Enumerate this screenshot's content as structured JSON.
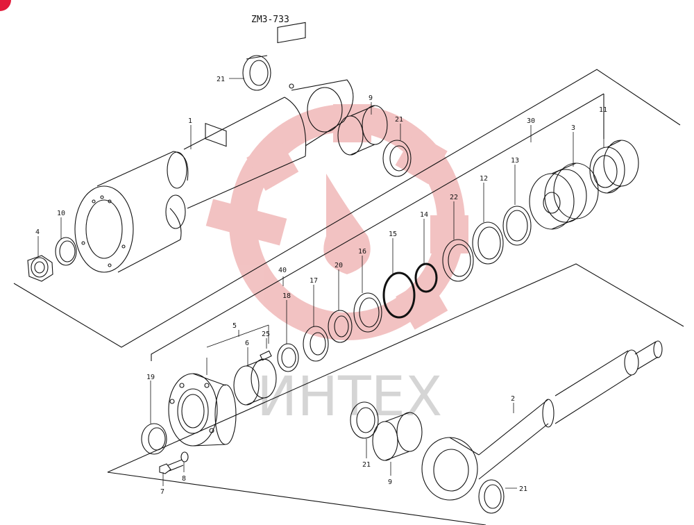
{
  "title": "ZM3-733",
  "watermark": "ИНТЕХ",
  "colors": {
    "line": "#111111",
    "watermark_red": "#f0b8b8",
    "watermark_text": "#c8c8c8",
    "corner_badge": "#e21a3a"
  },
  "labels": {
    "p1": "1",
    "p2": "2",
    "p3": "3",
    "p4": "4",
    "p5": "5",
    "p6": "6",
    "p7": "7",
    "p8": "8",
    "p9a": "9",
    "p9b": "9",
    "p10": "10",
    "p11": "11",
    "p12": "12",
    "p13": "13",
    "p14": "14",
    "p15": "15",
    "p16": "16",
    "p17": "17",
    "p18": "18",
    "p19": "19",
    "p20": "20",
    "p21a": "21",
    "p21b": "21",
    "p21c": "21",
    "p21d": "21",
    "p22": "22",
    "p25": "25",
    "p30": "30",
    "p40": "40"
  }
}
